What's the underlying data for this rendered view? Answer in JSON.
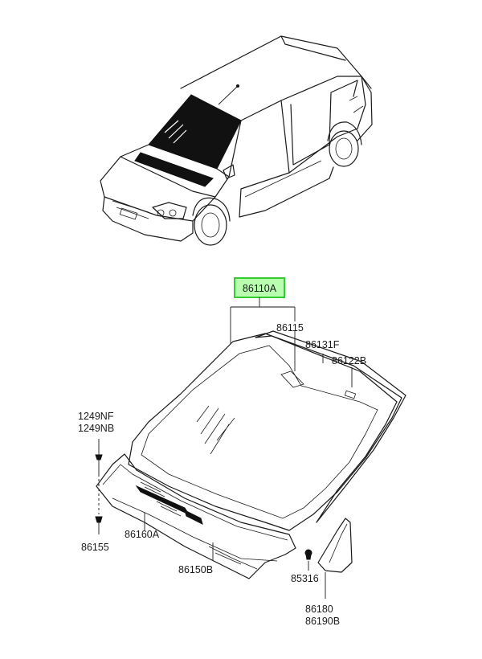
{
  "labels": {
    "assembly": "86110A",
    "p86115": "86115",
    "p86131f": "86131F",
    "p86122b": "86122B",
    "p1249nf": "1249NF",
    "p1249nb": "1249NB",
    "p86155": "86155",
    "p86160a": "86160A",
    "p86150b": "86150B",
    "p85316": "85316",
    "p86180": "86180",
    "p86190b": "86190B"
  },
  "colors": {
    "highlight_fill": "#b8ffb0",
    "highlight_stroke": "#33cc33",
    "line": "#1a1a1a"
  }
}
